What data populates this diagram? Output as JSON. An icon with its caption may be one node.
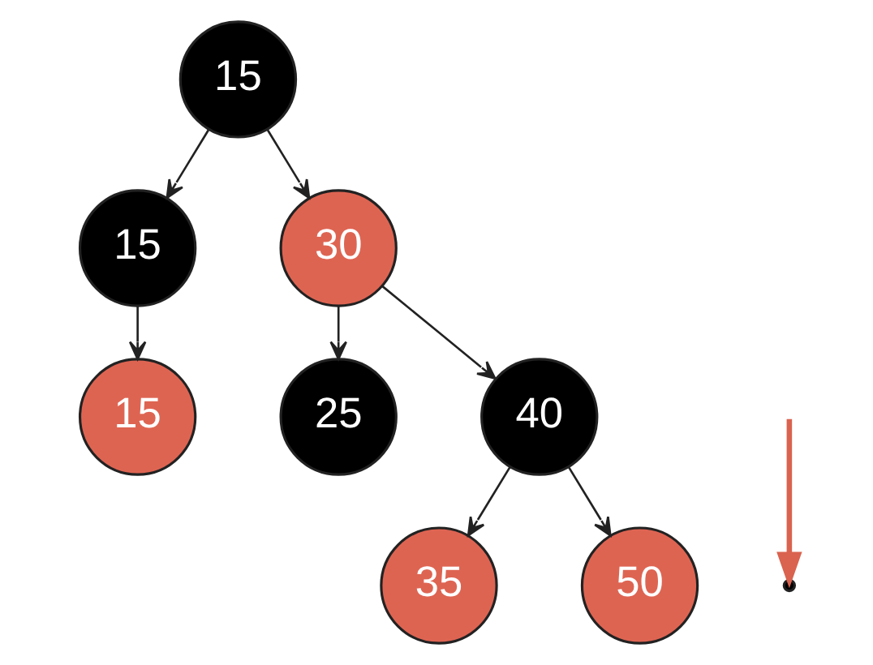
{
  "diagram": {
    "nodes": [
      {
        "text": [
          "15"
        ]
      },
      {
        "text": [
          "15"
        ]
      },
      {
        "text": [
          "30"
        ]
      },
      {
        "text": [
          "15"
        ]
      },
      {
        "text": [
          "25"
        ]
      },
      {
        "text": [
          "40"
        ]
      },
      {
        "text": [
          "35"
        ]
      },
      {
        "text": [
          "50"
        ]
      },
      {
        "text": [],
        "shape": "circle"
      }
    ],
    "edges": [
      {
        "from": 0,
        "to": 1,
        "arrow": "to"
      },
      {
        "from": 0,
        "to": 2,
        "arrow": "to"
      },
      {
        "from": 1,
        "to": 3,
        "arrow": "to"
      },
      {
        "from": 2,
        "to": 4,
        "arrow": "to"
      },
      {
        "from": 2,
        "to": 5,
        "arrow": "to"
      },
      {
        "from": 5,
        "to": 6,
        "arrow": "to"
      },
      {
        "from": 5,
        "to": 7,
        "arrow": "to"
      },
      {
        "from": null,
        "to": 8,
        "arrow": "to",
        "color": "#d9634f",
        "style": "thick"
      }
    ]
  }
}
